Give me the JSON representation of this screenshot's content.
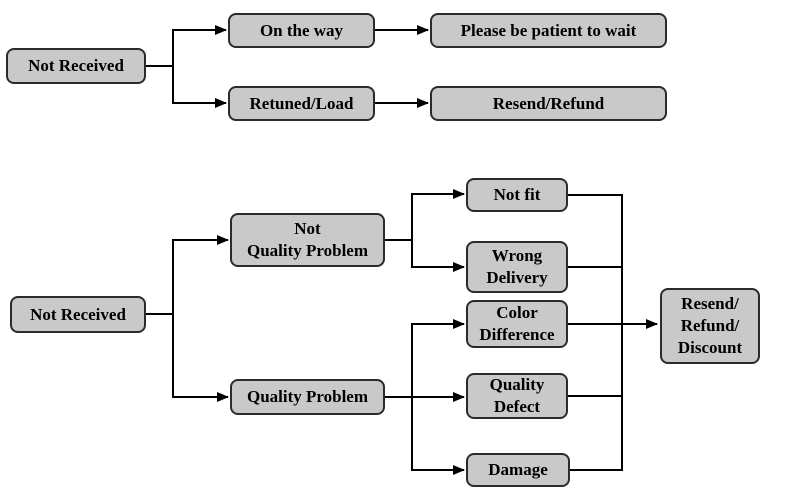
{
  "style": {
    "background": "#ffffff",
    "node_fill": "#c9c9c9",
    "node_border": "#2b2b2b",
    "connector": "#000000",
    "text": "#000000"
  },
  "flow_not_received": {
    "root": "Not Received",
    "on_the_way": "On the way",
    "be_patient": "Please be patient to wait",
    "retuned_load": "Retuned/Load",
    "resend_refund": "Resend/Refund"
  },
  "flow_received": {
    "root": "Not Received",
    "not_quality_problem": "Not\nQuality Problem",
    "quality_problem": "Quality Problem",
    "not_fit": "Not fit",
    "wrong_delivery": "Wrong\nDelivery",
    "color_difference": "Color\nDifference",
    "quality_defect": "Quality\nDefect",
    "damage": "Damage",
    "resolution": "Resend/\nRefund/\nDiscount"
  }
}
